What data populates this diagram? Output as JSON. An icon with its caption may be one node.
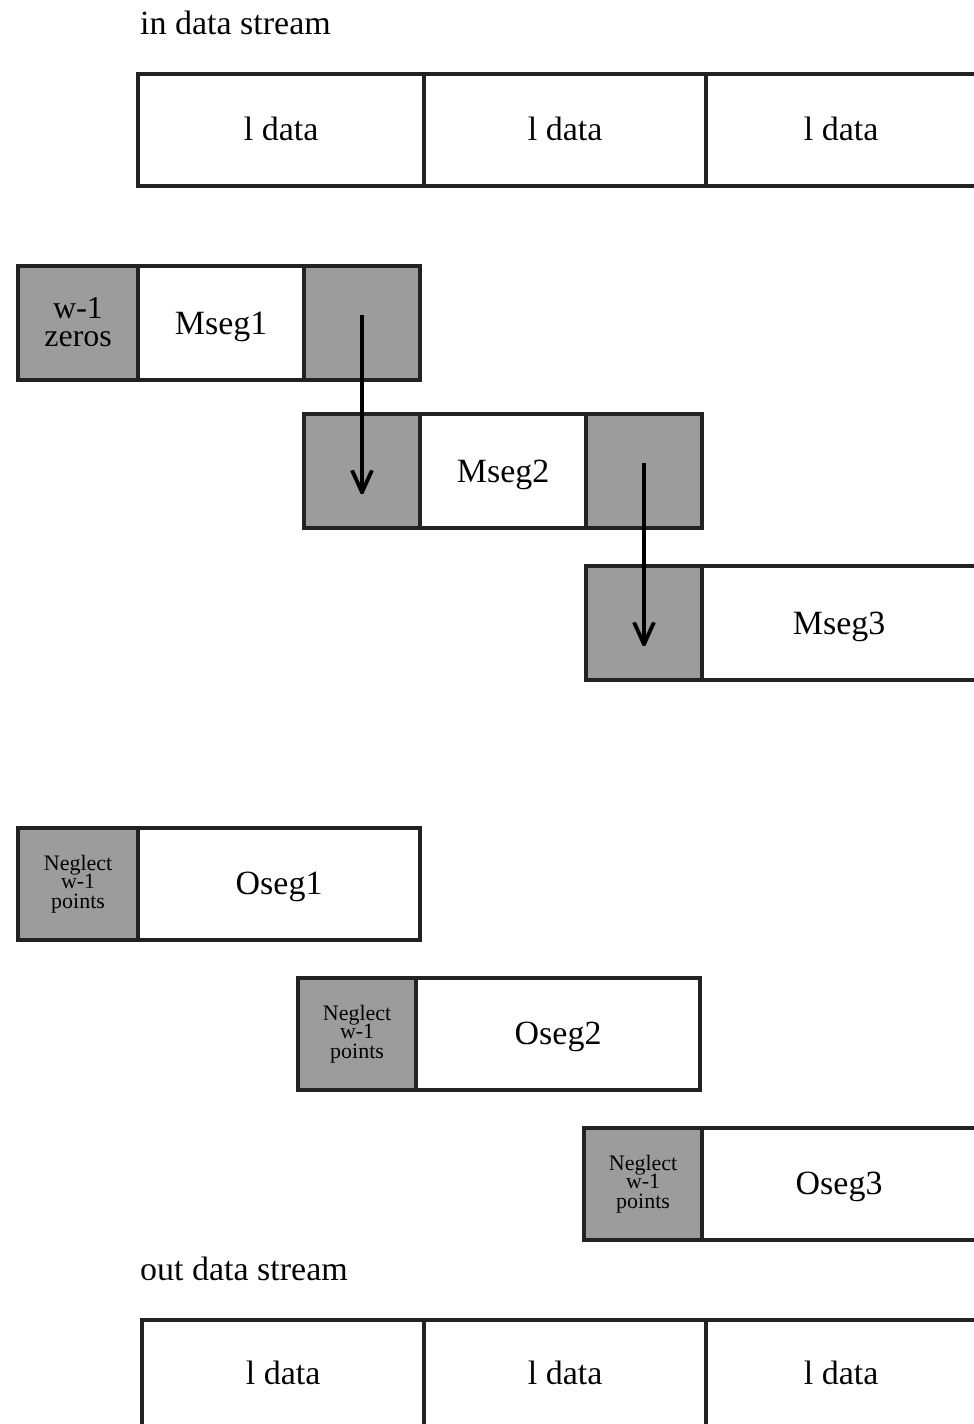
{
  "diagram": {
    "nodes": [
      {
        "text": [
          "l data"
        ]
      },
      {
        "text": [
          "l data"
        ]
      },
      {
        "text": [
          "l data"
        ]
      },
      {
        "text": [
          "w-1 zeros"
        ]
      },
      {
        "text": [
          "Mseg1"
        ]
      },
      {
        "text": [],
        "shape": "box"
      },
      {
        "text": [],
        "shape": "box"
      },
      {
        "text": [
          "Mseg2"
        ]
      },
      {
        "text": [],
        "shape": "box"
      },
      {
        "text": [],
        "shape": "box"
      },
      {
        "text": [
          "Mseg3"
        ]
      },
      {
        "text": [
          "Neglect w-1 points"
        ]
      },
      {
        "text": [
          "Oseg1"
        ]
      },
      {
        "text": [
          "Neglect w-1 points"
        ]
      },
      {
        "text": [
          "Oseg2"
        ]
      },
      {
        "text": [
          "Neglect w-1 points"
        ]
      },
      {
        "text": [
          "Oseg3"
        ]
      },
      {
        "text": [
          "l data"
        ]
      },
      {
        "text": [
          "l data"
        ]
      },
      {
        "text": [
          "l data"
        ]
      }
    ],
    "edges": [
      {
        "from": 5,
        "to": 6,
        "arrow": "to"
      },
      {
        "from": 8,
        "to": 9,
        "arrow": "to"
      }
    ],
    "labels": [
      "in data stream",
      "out data stream"
    ]
  }
}
